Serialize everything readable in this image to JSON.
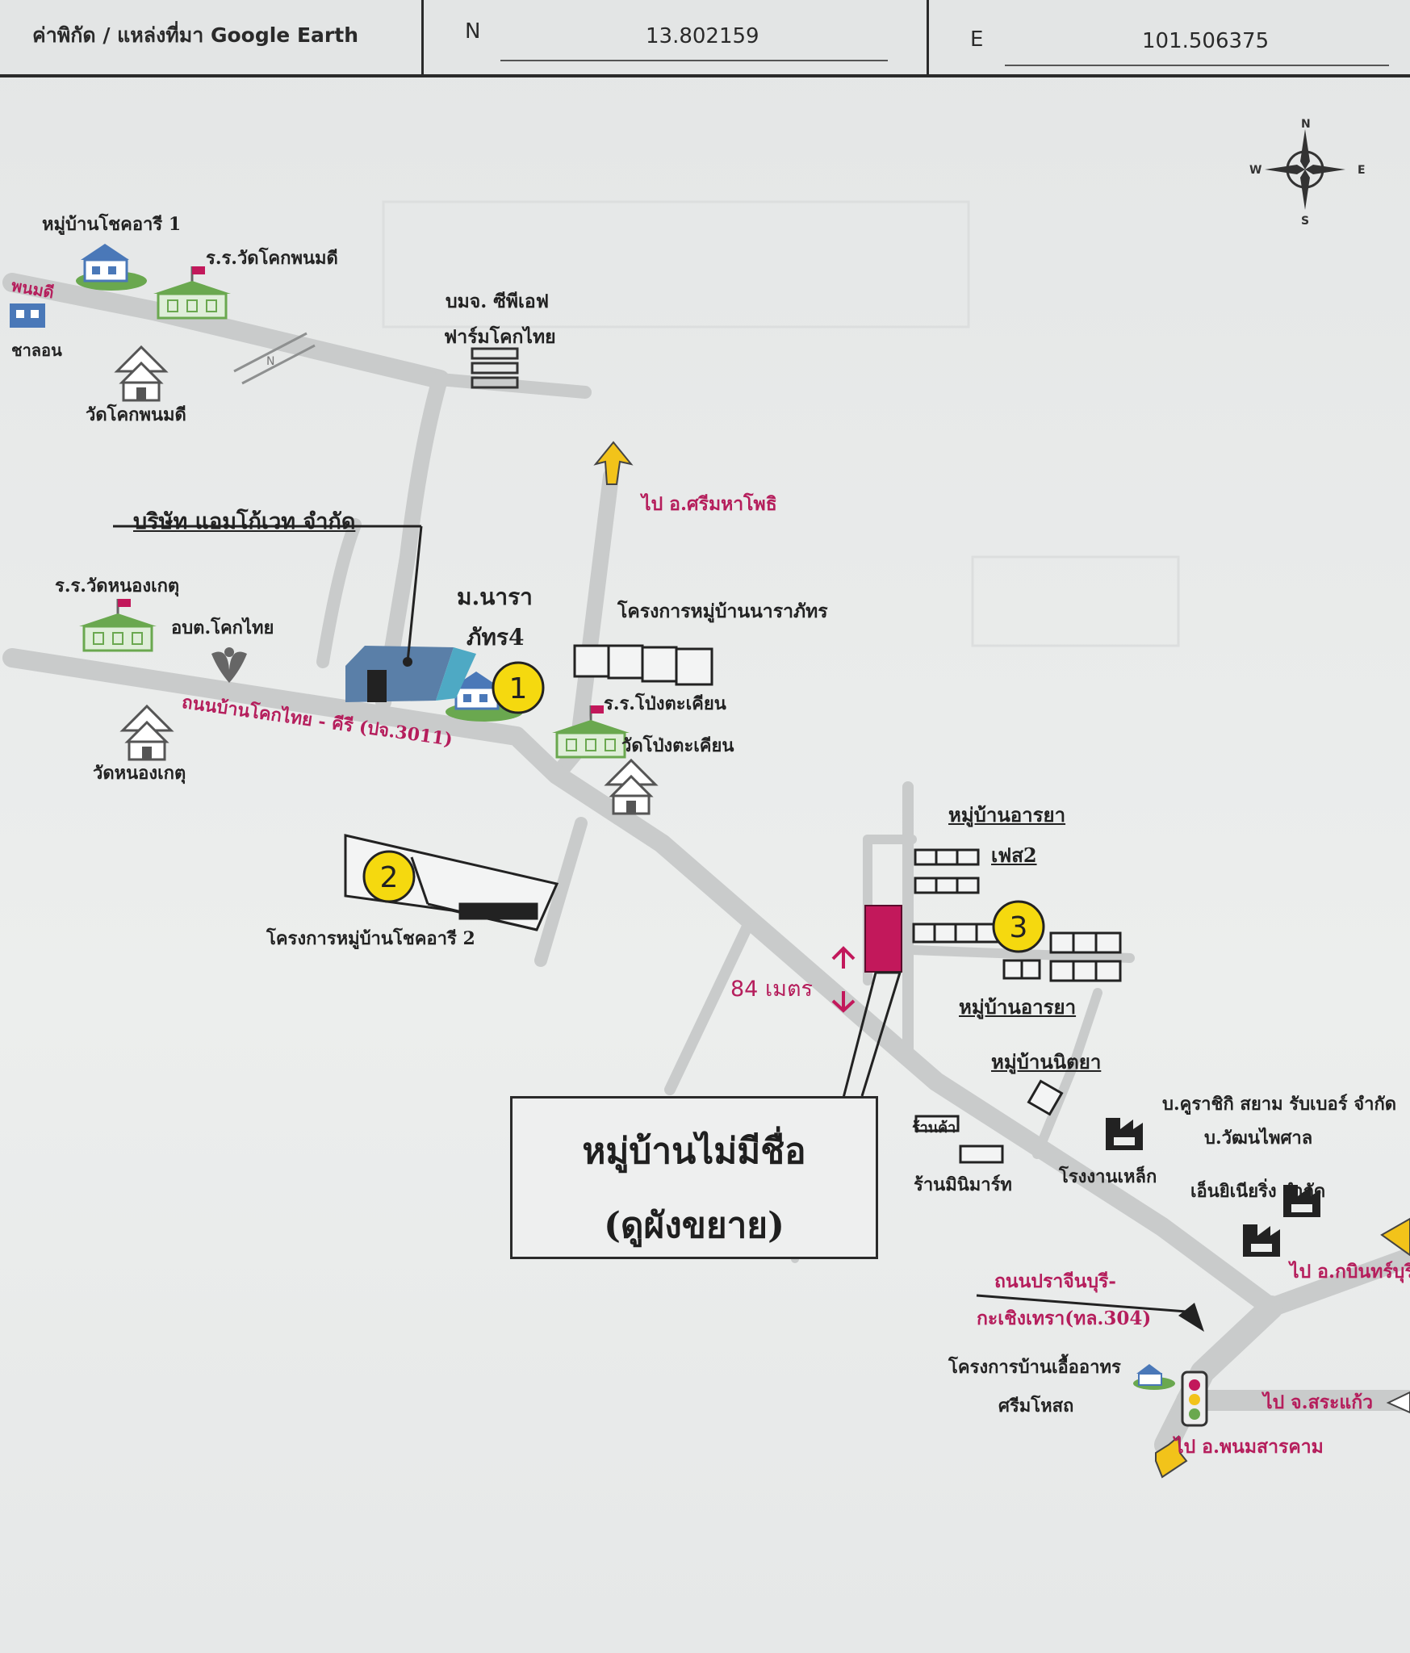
{
  "header": {
    "source_label": "ค่าพิกัด / แหล่งที่มา Google Earth",
    "n_label": "N",
    "n_value": "13.802159",
    "e_label": "E",
    "e_value": "101.506375"
  },
  "compass": {
    "n": "N",
    "s": "S",
    "e": "E",
    "w": "W"
  },
  "labels": {
    "chokari1": "หมู่บ้านโชคอารี 1",
    "school_kokphanomdi": "ร.ร.วัดโคกพนมดี",
    "phanomdi": "พนมดี",
    "chalon": "ชาลอน",
    "wat_kokphanomdi": "วัดโคกพนมดี",
    "cpf_line1": "บมจ. ซีพีเอฟ",
    "cpf_line2": "ฟาร์มโคกไทย",
    "to_srimahaphot": "ไป อ.ศรีมหาโพธิ",
    "amcovet": "บริษัท แอมโก้เวท จำกัด",
    "school_nongket": "ร.ร.วัดหนองเกตุ",
    "obt_kokthai": "อบต.โคกไทย",
    "moo_nara1": "ม.นารา",
    "moo_nara2": "ภัทร4",
    "nara_project": "โครงการหมู่บ้านนาราภัทร",
    "road_kokthai": "ถนนบ้านโคกไทย - คีรี (ปจ.3011)",
    "wat_nongket": "วัดหนองเกตุ",
    "school_pongtakhian": "ร.ร.โป่งตะเคียน",
    "wat_pongtakhian": "วัดโป่งตะเคียน",
    "chokari2": "โครงการหมู่บ้านโชคอารี 2",
    "araya_phase2_a": "หมู่บ้านอารยา",
    "araya_phase2_b": "เฟส2",
    "distance": "84 เมตร",
    "araya": "หมู่บ้านอารยา",
    "nittaya": "หมู่บ้านนิตยา",
    "raja_rubber": "บ.คูราชิกิ สยาม รับเบอร์ จำกัด",
    "wattanaphaisal": "บ.วัฒนไพศาล",
    "shop_small": "ร้านค้า",
    "minimart": "ร้านมินิมาร์ท",
    "steel_factory": "โรงงานเหล็ก",
    "engineering": "เอ็นยิเนียริ่ง จำกัด",
    "to_kabinburi": "ไป อ.กบินทร์บุรี",
    "road304_line1": "ถนนปราจีนบุรี-",
    "road304_line2": "กะเชิงเทรา(ทล.304)",
    "ua_project1": "โครงการบ้านเอื้ออาทร",
    "ua_project2": "ศรีมโหสถ",
    "to_sakaeo": "ไป จ.สระแก้ว",
    "to_phanomsarakham": "ไป อ.พนมสารคาม"
  },
  "markers": {
    "m1": "1",
    "m2": "2",
    "m3": "3"
  },
  "callout": {
    "line1": "หมู่บ้านไม่มีชื่อ",
    "line2": "(ดูผังขยาย)"
  },
  "colors": {
    "road": "#c9cbcb",
    "accent_red": "#b51e5c",
    "marker_yellow": "#f5d90f",
    "arrow_yellow": "#f2c31a",
    "site_magenta": "#c2185b",
    "house_blue": "#4a78b8",
    "house_green": "#6aa84f"
  }
}
